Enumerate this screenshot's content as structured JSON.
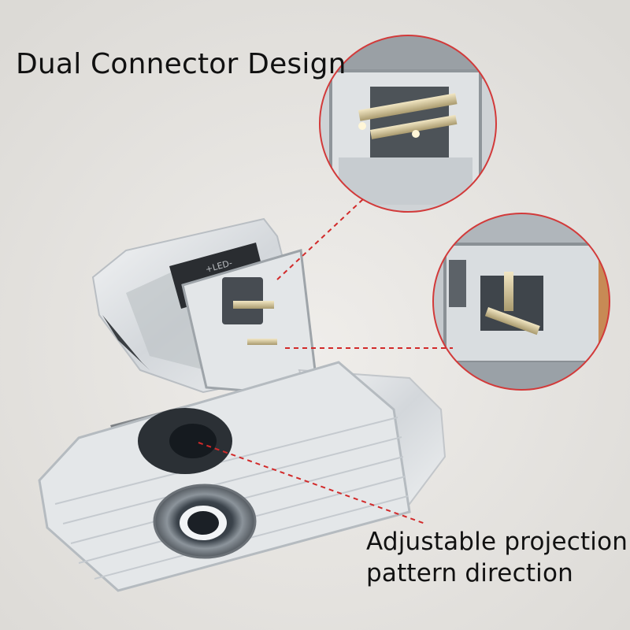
{
  "captions": {
    "top": "Dual Connector Design",
    "bottom_line1": "Adjustable projection",
    "bottom_line2": "pattern direction"
  },
  "module_label": "+LED-",
  "colors": {
    "background": "#e9e7e3",
    "callout_ring": "#d23a3a",
    "leader_line": "#d22a2a",
    "caption_text": "#111111"
  }
}
